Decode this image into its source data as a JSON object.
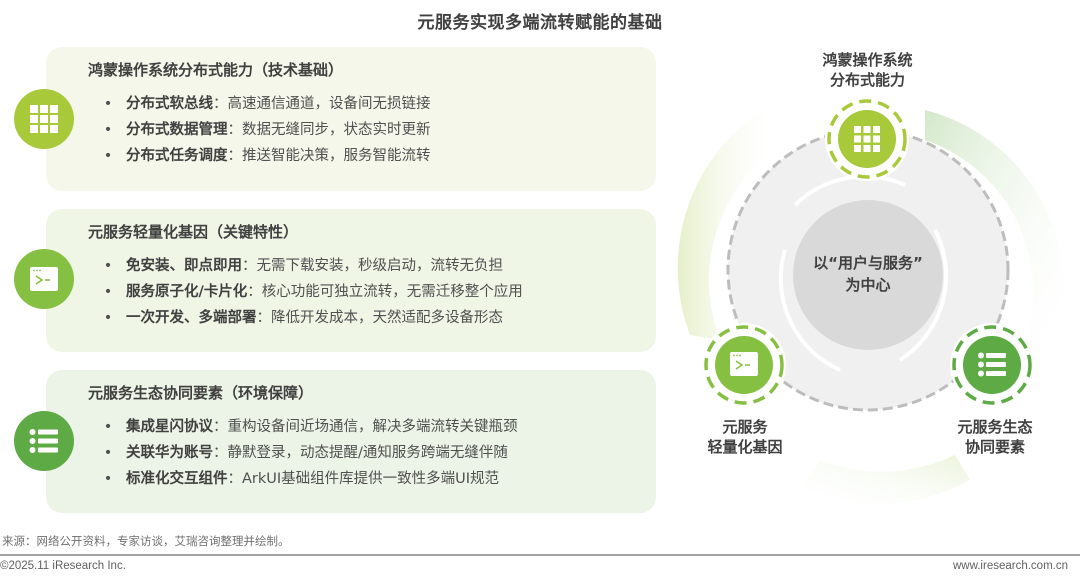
{
  "title": "元服务实现多端流转赋能的基础",
  "sections": [
    {
      "title": "鸿蒙操作系统分布式能力（技术基础）",
      "icon": "grid-icon",
      "color": "#a7c93a",
      "bullets": [
        {
          "key": "分布式软总线",
          "text": "：高速通信通道，设备间无损链接"
        },
        {
          "key": "分布式数据管理",
          "text": "：数据无缝同步，状态实时更新"
        },
        {
          "key": "分布式任务调度",
          "text": "：推送智能决策，服务智能流转"
        }
      ]
    },
    {
      "title": "元服务轻量化基因（关键特性）",
      "icon": "terminal-icon",
      "color": "#86c042",
      "bullets": [
        {
          "key": "免安装、即点即用",
          "text": "：无需下载安装，秒级启动，流转无负担"
        },
        {
          "key": "服务原子化/卡片化",
          "text": "：核心功能可独立流转，无需迁移整个应用"
        },
        {
          "key": "一次开发、多端部署",
          "text": "：降低开发成本，天然适配多设备形态"
        }
      ]
    },
    {
      "title": "元服务生态协同要素（环境保障）",
      "icon": "list-icon",
      "color": "#5eab46",
      "bullets": [
        {
          "key": "集成星闪协议",
          "text": "：重构设备间近场通信，解决多端流转关键瓶颈"
        },
        {
          "key": "关联华为账号",
          "text": "：静默登录，动态提醒/通知服务跨端无缝伴随"
        },
        {
          "key": "标准化交互组件",
          "text": "：ArkUI基础组件库提供一致性多端UI规范"
        }
      ]
    }
  ],
  "diagram": {
    "center": {
      "line1": "以“用户与服务”",
      "line2": "为中心"
    },
    "nodes": [
      {
        "line1": "鸿蒙操作系统",
        "line2": "分布式能力",
        "icon": "grid-icon"
      },
      {
        "line1": "元服务",
        "line2": "轻量化基因",
        "icon": "terminal-icon"
      },
      {
        "line1": "元服务生态",
        "line2": "协同要素",
        "icon": "list-icon"
      }
    ]
  },
  "footer": {
    "source": "来源：网络公开资料，专家访谈，艾瑞咨询整理并绘制。",
    "copyright": "©2025.11 iResearch Inc.",
    "website": "www.iresearch.com.cn"
  }
}
